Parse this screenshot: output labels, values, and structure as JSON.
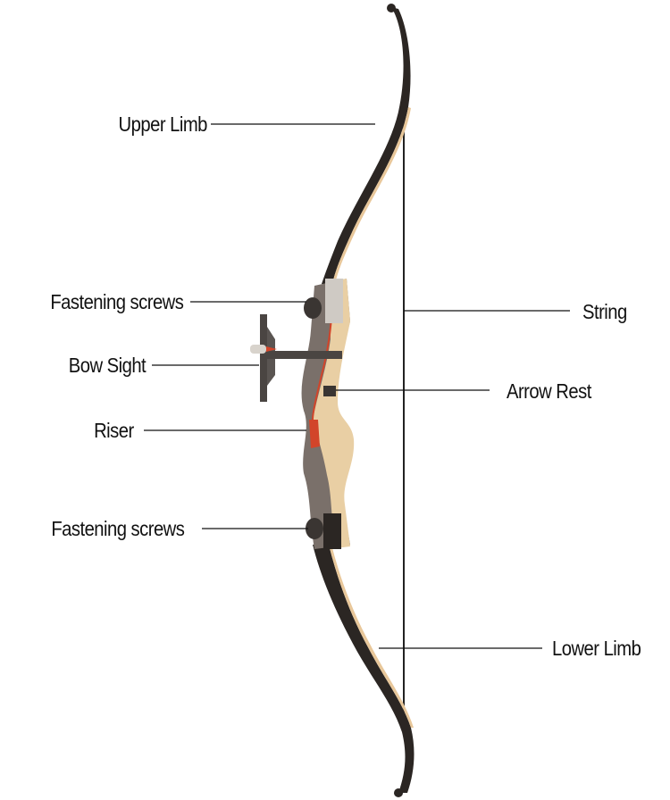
{
  "diagram": {
    "subject": "Recurve bow anatomy",
    "background": "#ffffff",
    "colors": {
      "limb": "#2b2623",
      "limb_edge": "#e8c79a",
      "riser_wood": "#e9cfa4",
      "riser_dark": "#6f6660",
      "accent_red": "#d2452a",
      "string": "#222222",
      "leader": "#111111"
    },
    "labels": {
      "upper_limb": "Upper Limb",
      "fastening_screws_top": "Fastening screws",
      "bow_sight": "Bow Sight",
      "riser": "Riser",
      "fastening_screws_bottom": "Fastening screws",
      "string": "String",
      "arrow_rest": "Arrow Rest",
      "lower_limb": "Lower Limb"
    }
  }
}
